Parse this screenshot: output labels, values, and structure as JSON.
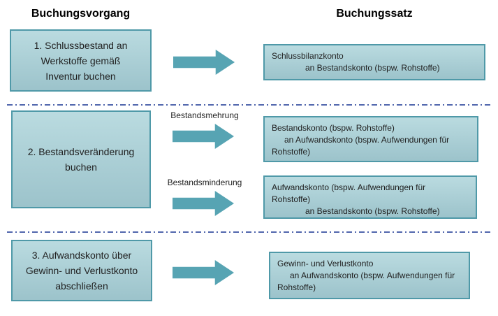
{
  "headers": {
    "process_column": "Buchungsvorgang",
    "entry_column": "Buchungssatz"
  },
  "sections": {
    "s1": {
      "process": {
        "l1": "1. Schlussbestand an",
        "l2": "Werkstoffe gemäß",
        "l3": "Inventur buchen"
      },
      "entry": {
        "l1": "Schlussbilanzkonto",
        "l2": "an Bestandskonto (bspw. Rohstoffe)"
      }
    },
    "s2": {
      "process": {
        "l1": "2. Bestandsveränderung",
        "l2": "buchen"
      },
      "label_increase": "Bestandsmehrung",
      "label_decrease": "Bestandsminderung",
      "entry_increase": {
        "l1": "Bestandskonto (bspw. Rohstoffe)",
        "l2": "an Aufwandskonto (bspw. Aufwendungen für",
        "l3": "Rohstoffe)"
      },
      "entry_decrease": {
        "l1": "Aufwandskonto (bspw. Aufwendungen für",
        "l2": "Rohstoffe)",
        "l3": "an Bestandskonto (bspw. Rohstoffe)"
      }
    },
    "s3": {
      "process": {
        "l1": "3. Aufwandskonto über",
        "l2": "Gewinn- und Verlustkonto",
        "l3": "abschließen"
      },
      "entry": {
        "l1": "Gewinn- und Verlustkonto",
        "l2": "an Aufwandskonto (bspw. Aufwendungen für",
        "l3": "Rohstoffe)"
      }
    }
  },
  "colors": {
    "box_fill_top": "#badbe0",
    "box_fill_bottom": "#9cc3cb",
    "box_border": "#4f99a8",
    "arrow_fill": "#57a4b3",
    "divider_color": "#5166ad",
    "text_color": "#1f1f1f"
  }
}
